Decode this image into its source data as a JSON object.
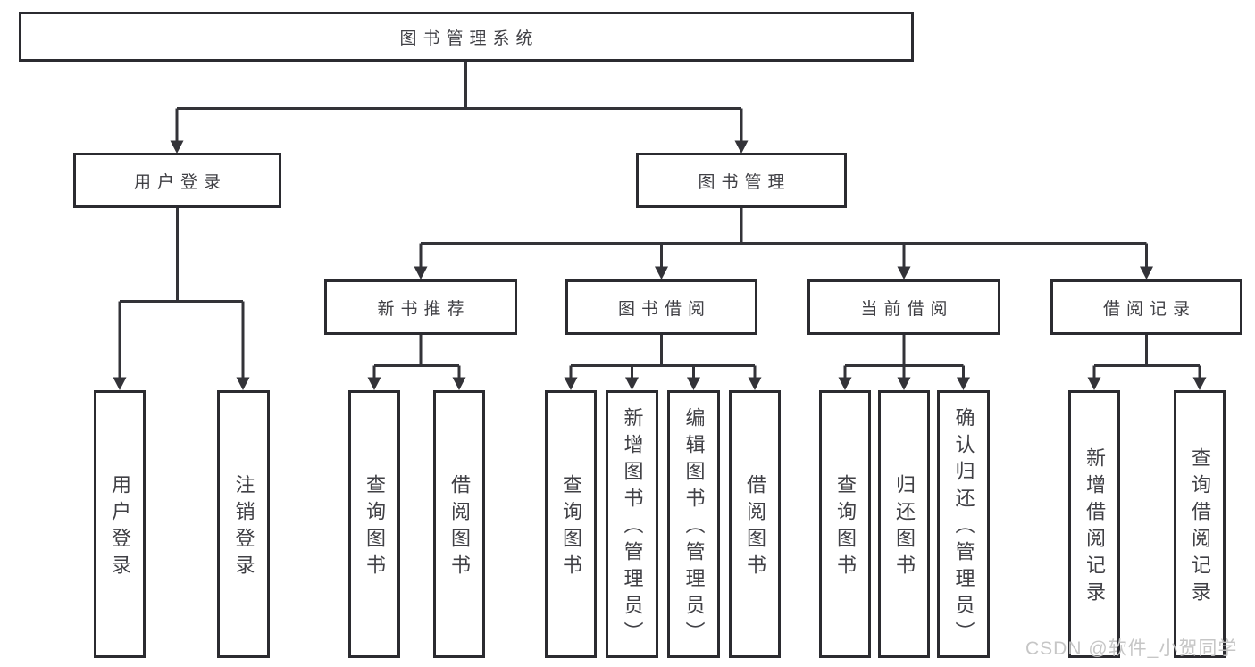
{
  "diagram": {
    "root": {
      "label": "图书管理系统"
    },
    "branches": [
      {
        "label": "用户登录",
        "children": [
          {
            "label": "用户登录"
          },
          {
            "label": "注销登录"
          }
        ]
      },
      {
        "label": "图书管理",
        "children": [
          {
            "label": "新书推荐",
            "children": [
              {
                "label": "查询图书"
              },
              {
                "label": "借阅图书"
              }
            ]
          },
          {
            "label": "图书借阅",
            "children": [
              {
                "label": "查询图书"
              },
              {
                "label": "新增图书（管理员）"
              },
              {
                "label": "编辑图书（管理员）"
              },
              {
                "label": "借阅图书"
              }
            ]
          },
          {
            "label": "当前借阅",
            "children": [
              {
                "label": "查询图书"
              },
              {
                "label": "归还图书"
              },
              {
                "label": "确认归还（管理员）"
              }
            ]
          },
          {
            "label": "借阅记录",
            "children": [
              {
                "label": "新增借阅记录"
              },
              {
                "label": "查询借阅记录"
              }
            ]
          }
        ]
      }
    ]
  },
  "watermark": {
    "text": "CSDN @软件_小贺同学"
  },
  "colors": {
    "line": "#333338",
    "box_border": "#2b2b30",
    "text": "#404045",
    "watermark": "#c4c4c4",
    "background": "#ffffff"
  }
}
